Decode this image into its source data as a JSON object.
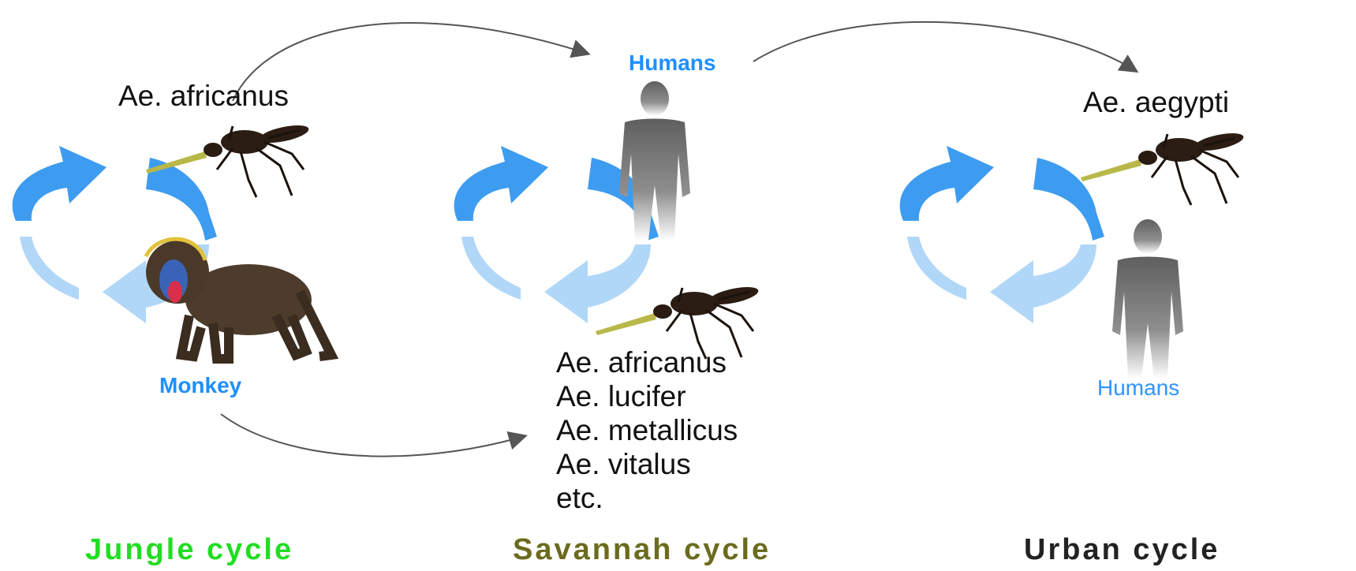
{
  "jungle": {
    "mosquito_label": "Ae. africanus",
    "host_label": "Monkey",
    "cycle_label": "Jungle cycle",
    "cycle_color": "#22dd22"
  },
  "savannah": {
    "host_label": "Humans",
    "vectors": [
      "Ae. africanus",
      "Ae. lucifer",
      "Ae. metallicus",
      "Ae. vitalus",
      "etc."
    ],
    "cycle_label": "Savannah cycle",
    "cycle_color": "#6b6b1e"
  },
  "urban": {
    "mosquito_label": "Ae. aegypti",
    "host_label": "Humans",
    "cycle_label": "Urban cycle",
    "cycle_color": "#222222"
  },
  "colors": {
    "arrow_blue": "#3d9cf0",
    "arrow_light": "#a9d3f7",
    "silhouette": "#6e6e6e",
    "connector": "#555555"
  },
  "icons": [
    "mosquito-icon",
    "monkey-icon",
    "human-silhouette-icon",
    "cycle-arrow-icon",
    "transition-arrow-icon"
  ]
}
